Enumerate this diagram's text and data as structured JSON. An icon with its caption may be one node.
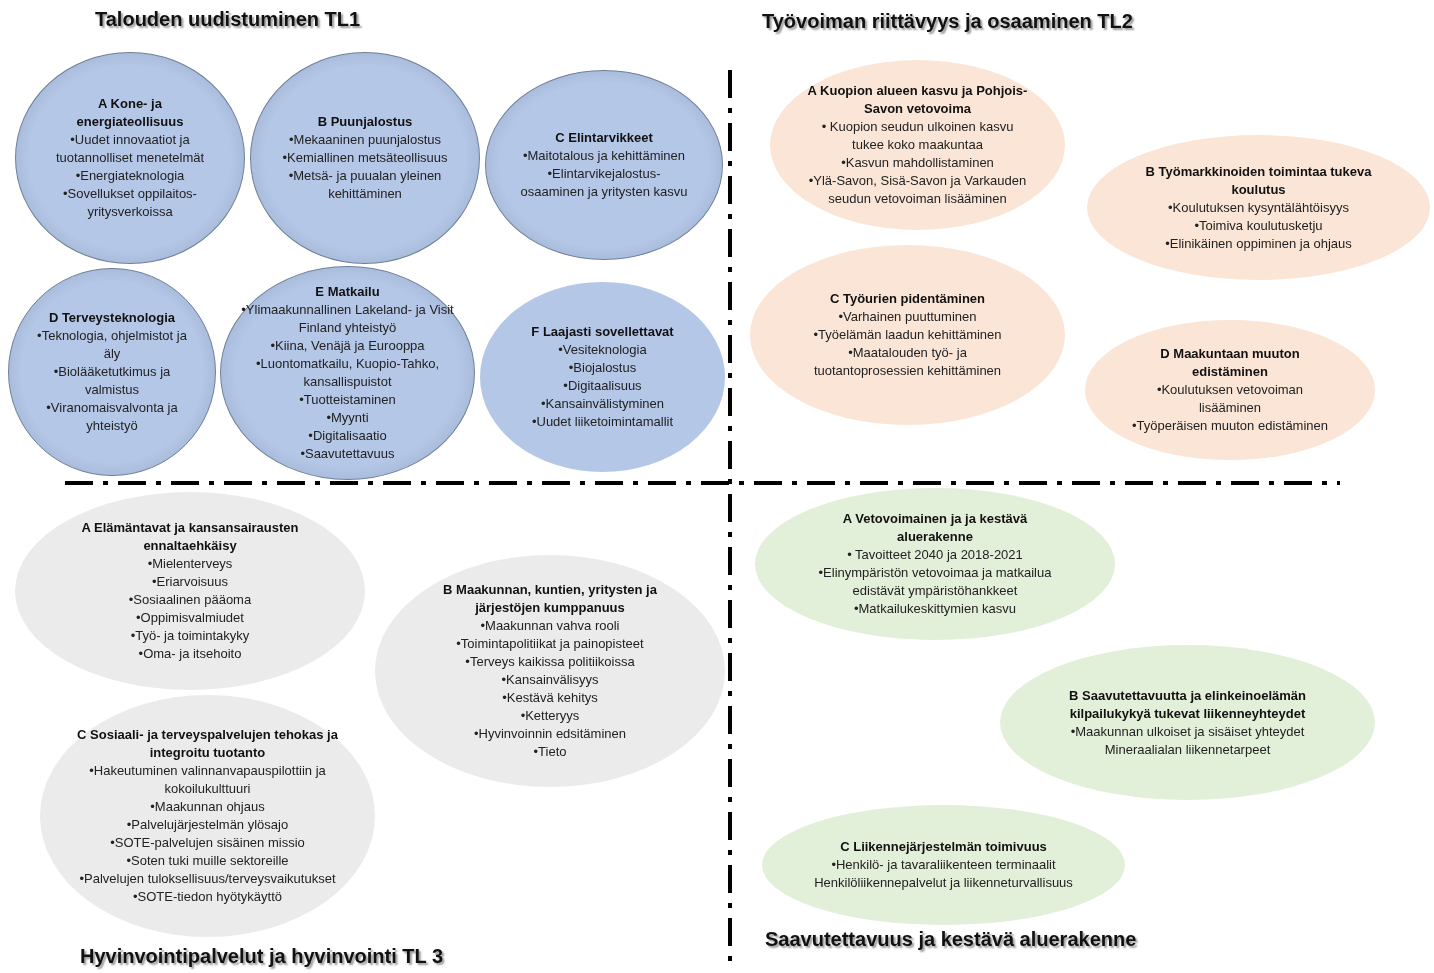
{
  "diagram": {
    "nodes": [
      {
        "text": [
          "A Kone- ja energiateollisuus",
          "•Uudet innovaatiot ja tuotannolliset menetelmät",
          "•Energiateknologia",
          "•Sovellukset oppilaitos-yritysverkoissa"
        ]
      },
      {
        "text": [
          "B Puunjalostus",
          "•Mekaaninen puunjalostus",
          "•Kemiallinen metsäteollisuus",
          "•Metsä- ja puualan yleinen kehittäminen"
        ]
      },
      {
        "text": [
          "C Elintarvikkeet",
          "•Maitotalous ja kehittäminen",
          "•Elintarvikejalostus-osaaminen ja yritysten kasvu"
        ]
      },
      {
        "text": [
          "D Terveysteknologia",
          "•Teknologia, ohjelmistot ja äly",
          "•Biolääketutkimus ja valmistus",
          "•Viranomaisvalvonta ja yhteistyö"
        ]
      },
      {
        "text": [
          "E Matkailu",
          "•Ylimaakunnallinen Lakeland- ja Visit Finland yhteistyö",
          "•Kiina, Venäjä ja Eurooppa",
          "•Luontomatkailu, Kuopio-Tahko, kansallispuistot",
          "•Tuotteistaminen",
          "•Myynti",
          "•Digitalisaatio",
          "•Saavutettavuus"
        ]
      },
      {
        "text": [
          "F Laajasti sovellettavat",
          "•Vesiteknologia",
          "•Biojalostus",
          "•Digitaalisuus",
          "•Kansainvälistyminen",
          "•Uudet liiketoimintamallit"
        ]
      },
      {
        "text": [
          "A Kuopion alueen kasvu ja Pohjois-Savon vetovoima",
          "• Kuopion seudun ulkoinen kasvu tukee koko maakuntaa",
          "•Kasvun mahdollistaminen",
          "•Ylä-Savon, Sisä-Savon ja Varkauden seudun vetovoiman lisääminen"
        ]
      },
      {
        "text": [
          "B Työmarkkinoiden toimintaa tukeva koulutus",
          "•Koulutuksen kysyntälähtöisyys",
          "•Toimiva koulutusketju",
          "•Elinikäinen oppiminen ja ohjaus"
        ]
      },
      {
        "text": [
          "C Työurien pidentäminen",
          "•Varhainen puuttuminen",
          "•Työelämän laadun kehittäminen",
          "•Maatalouden työ- ja tuotantoprosessien kehittäminen"
        ]
      },
      {
        "text": [
          "D Maakuntaan muuton edistäminen",
          "•Koulutuksen vetovoiman lisääminen",
          "•Työperäisen muuton edistäminen"
        ]
      },
      {
        "text": [
          "A Elämäntavat ja kansansairausten ennaltaehkäisy",
          "•Mielenterveys",
          "•Eriarvoisuus",
          "•Sosiaalinen pääoma",
          "•Oppimisvalmiudet",
          "•Työ- ja toimintakyky",
          "•Oma- ja itsehoito"
        ]
      },
      {
        "text": [
          "B Maakunnan, kuntien, yritysten ja järjestöjen kumppanuus",
          "•Maakunnan vahva rooli",
          "•Toimintapolitiikat ja painopisteet",
          "•Terveys kaikissa politiikoissa",
          "•Kansainvälisyys",
          "•Kestävä kehitys",
          "•Ketteryys",
          "•Hyvinvoinnin edsitäminen",
          "•Tieto"
        ]
      },
      {
        "text": [
          "C Sosiaali- ja terveyspalvelujen tehokas ja integroitu tuotanto",
          "•Hakeutuminen valinnanvapauspilottiin ja kokoilukulttuuri",
          "•Maakunnan ohjaus",
          "•Palvelujärjestelmän ylösajo",
          "•SOTE-palvelujen sisäinen missio",
          "•Soten tuki muille sektoreille",
          "•Palvelujen tuloksellisuus/terveysvaikutukset",
          "•SOTE-tiedon hyötykäyttö"
        ]
      },
      {
        "text": [
          "A Vetovoimainen ja ja kestävä aluerakenne",
          "• Tavoitteet 2040 ja 2018-2021",
          "•Elinympäristön vetovoimaa ja matkailua edistävät ympäristöhankkeet",
          "•Matkailukeskittymien kasvu"
        ]
      },
      {
        "text": [
          "B Saavutettavuutta ja elinkeinoelämän kilpailukykyä tukevat liikenneyhteydet",
          "•Maakunnan ulkoiset ja sisäiset yhteydet Mineraalialan liikennetarpeet"
        ]
      },
      {
        "text": [
          "C Liikennejärjestelmän toimivuus",
          "•Henkilö- ja tavaraliikenteen terminaalit Henkilöliikennepalvelut ja liikenneturvallisuus"
        ]
      }
    ],
    "labels": [
      "Talouden uudistuminen TL1",
      "Työvoiman riittävyys ja osaaminen TL2",
      "Hyvinvointipalvelut ja hyvinvointi TL 3",
      "Saavutettavuus ja kestävä aluerakenne"
    ]
  }
}
